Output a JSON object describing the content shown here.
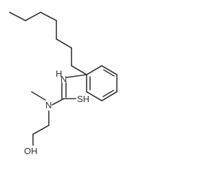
{
  "molecule": {
    "atom_labels": {
      "amine_nh": "N",
      "amine_h": "H",
      "n_methyl": "N",
      "thione": "SH",
      "hydroxyl": "OH"
    }
  }
}
